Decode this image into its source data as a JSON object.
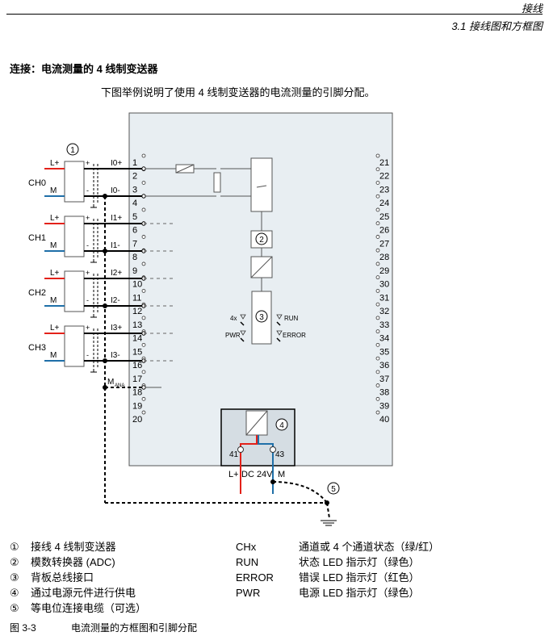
{
  "header": {
    "chapter": "接线",
    "section": "3.1 接线图和方框图"
  },
  "heading": "连接：电流测量的 4 线制变送器",
  "intro": "下图举例说明了使用 4 线制变送器的电流测量的引脚分配。",
  "diagram": {
    "colors": {
      "module_bg": "#e8eef2",
      "power_bg": "#d5dde3",
      "red": "#e32119",
      "blue": "#1f6fa8"
    },
    "channels": [
      {
        "name": "CH0",
        "plus": "L+",
        "minus": "M",
        "in_plus": "I0+",
        "in_minus": "I0-",
        "idx": "0"
      },
      {
        "name": "CH1",
        "plus": "L+",
        "minus": "M",
        "in_plus": "I1+",
        "in_minus": "I1-",
        "idx": "1"
      },
      {
        "name": "CH2",
        "plus": "L+",
        "minus": "M",
        "in_plus": "I2+",
        "in_minus": "I2-",
        "idx": "2"
      },
      {
        "name": "CH3",
        "plus": "L+",
        "minus": "M",
        "in_plus": "I3+",
        "in_minus": "I3-",
        "idx": "3"
      }
    ],
    "transmitter_plus": "+",
    "transmitter_minus": "-",
    "left_terminals": [
      "1",
      "2",
      "3",
      "4",
      "5",
      "6",
      "7",
      "8",
      "9",
      "10",
      "11",
      "12",
      "13",
      "14",
      "15",
      "16",
      "17",
      "18",
      "19",
      "20"
    ],
    "right_terminals": [
      "21",
      "22",
      "23",
      "24",
      "25",
      "26",
      "27",
      "28",
      "29",
      "30",
      "31",
      "32",
      "33",
      "34",
      "35",
      "36",
      "37",
      "38",
      "39",
      "40"
    ],
    "mana": "M",
    "mana_sub": "ANA",
    "leds": {
      "x4": "4x",
      "run": "RUN",
      "pwr": "PWR",
      "error": "ERROR"
    },
    "power": {
      "t41": "41",
      "t43": "43",
      "lplus": "L+",
      "dc": "DC 24V",
      "m": "M"
    },
    "callouts": [
      "1",
      "2",
      "3",
      "4",
      "5"
    ]
  },
  "legend": {
    "left": [
      {
        "num": "①",
        "text": "接线 4 线制变送器"
      },
      {
        "num": "②",
        "text": "模数转换器 (ADC)"
      },
      {
        "num": "③",
        "text": "背板总线接口"
      },
      {
        "num": "④",
        "text": "通过电源元件进行供电"
      },
      {
        "num": "⑤",
        "text": "等电位连接电缆（可选）"
      }
    ],
    "right": [
      {
        "key": "CHx",
        "text": "通道或 4 个通道状态（绿/红）"
      },
      {
        "key": "RUN",
        "text": "状态 LED 指示灯（绿色）"
      },
      {
        "key": "ERROR",
        "text": "错误 LED 指示灯（红色）"
      },
      {
        "key": "PWR",
        "text": "电源 LED 指示灯（绿色）"
      }
    ]
  },
  "caption": {
    "label": "图 3-3",
    "text": "电流测量的方框图和引脚分配"
  }
}
